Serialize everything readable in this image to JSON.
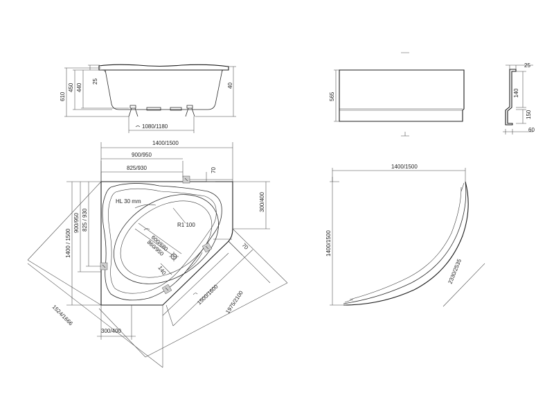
{
  "side_view": {
    "h_610": "610",
    "h_450": "450",
    "h_440": "440",
    "h_25": "25",
    "h_40": "40",
    "w_1080": "1080/1180"
  },
  "panel_view": {
    "h_565": "565",
    "d_25": "25",
    "d_140": "140",
    "d_150": "150",
    "d_60": "60"
  },
  "plan_view": {
    "w_1400": "1400/1500",
    "w_900": "900/950",
    "w_825": "825/930",
    "d_70_top": "70",
    "d_300_right": "300/400",
    "h_1400": "1400 / 1500",
    "h_900": "900/950",
    "h_825": "825 / 930",
    "diag_1524": "1524/1666",
    "hl_label": "HL 30 mm",
    "radius_label": "R1 100",
    "d_600": "600/680",
    "d_860": "860/950",
    "d_70_diag": "70",
    "d_140": "140",
    "d_1500": "1500/1600",
    "d_1975": "1975/2100",
    "w_300_bottom": "300/400"
  },
  "panel_plan_view": {
    "w_1400": "1400/1500",
    "h_1400": "1400/1500",
    "arc_2330": "2330/2535"
  }
}
